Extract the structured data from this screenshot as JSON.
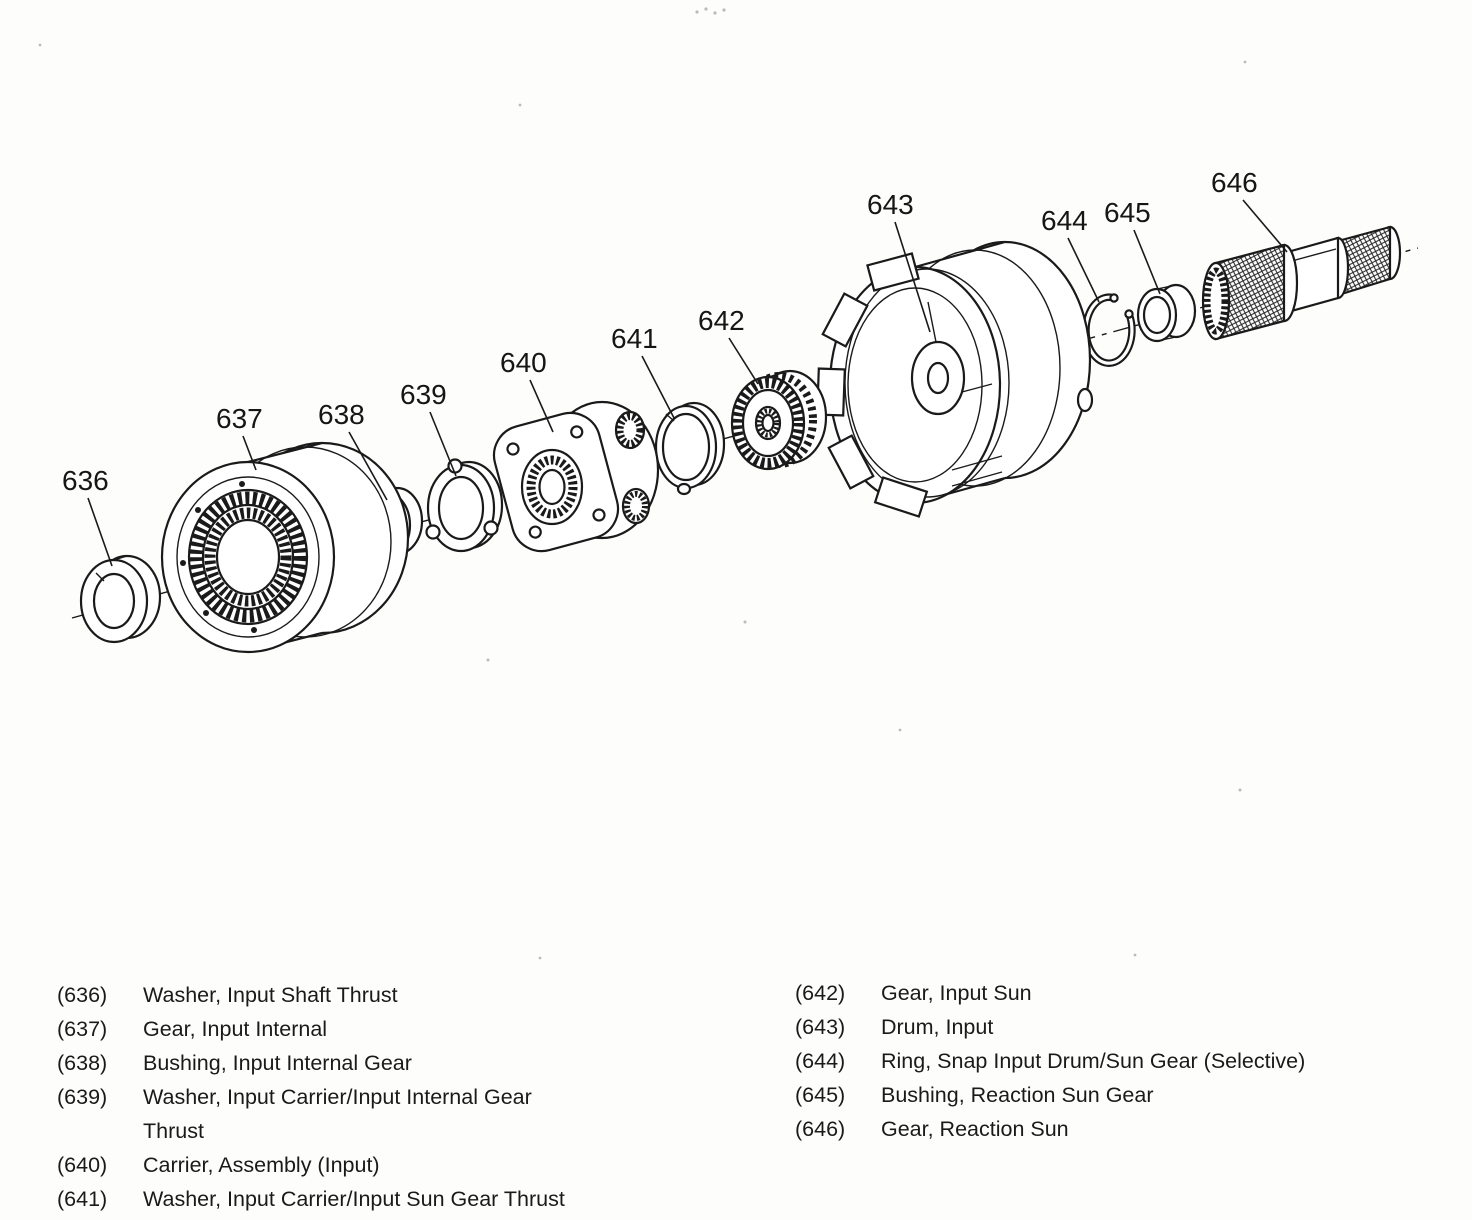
{
  "page": {
    "background": "#fdfdfb",
    "ink": "#1a1a1a"
  },
  "diagram": {
    "callouts": [
      {
        "num": "636"
      },
      {
        "num": "637"
      },
      {
        "num": "638"
      },
      {
        "num": "639"
      },
      {
        "num": "640"
      },
      {
        "num": "641"
      },
      {
        "num": "642"
      },
      {
        "num": "643"
      },
      {
        "num": "644"
      },
      {
        "num": "645"
      },
      {
        "num": "646"
      }
    ]
  },
  "legend": {
    "left": [
      {
        "num": "(636)",
        "label": "Washer, Input Shaft Thrust"
      },
      {
        "num": "(637)",
        "label": "Gear, Input Internal"
      },
      {
        "num": "(638)",
        "label": "Bushing, Input Internal Gear"
      },
      {
        "num": "(639)",
        "label": "Washer, Input Carrier/Input Internal Gear\nThrust"
      },
      {
        "num": "(640)",
        "label": "Carrier, Assembly (Input)"
      },
      {
        "num": "(641)",
        "label": "Washer, Input Carrier/Input Sun Gear Thrust"
      }
    ],
    "right": [
      {
        "num": "(642)",
        "label": "Gear, Input Sun"
      },
      {
        "num": "(643)",
        "label": "Drum, Input"
      },
      {
        "num": "(644)",
        "label": "Ring, Snap Input Drum/Sun Gear (Selective)"
      },
      {
        "num": "(645)",
        "label": "Bushing, Reaction Sun Gear"
      },
      {
        "num": "(646)",
        "label": "Gear, Reaction Sun"
      }
    ]
  }
}
